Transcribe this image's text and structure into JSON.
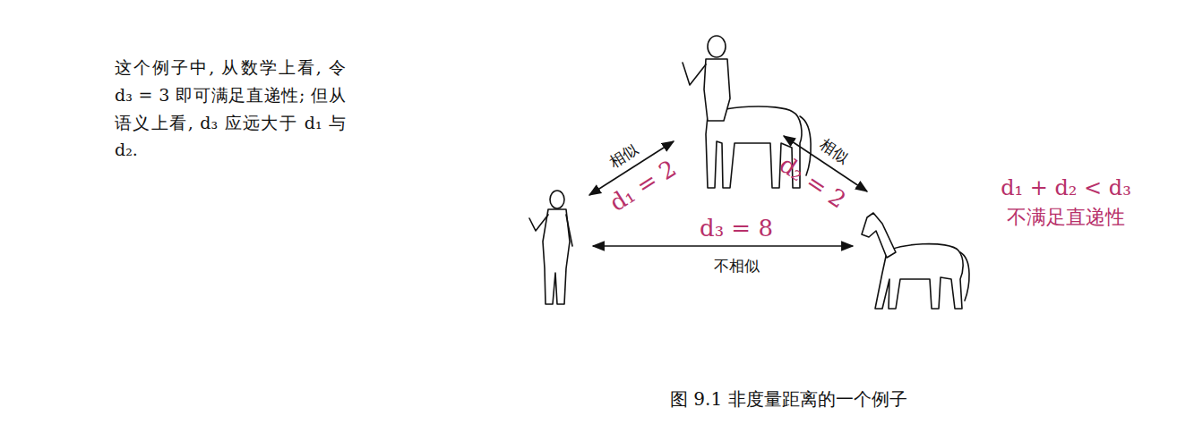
{
  "diagram": {
    "caption": "图 9.1 非度量距离的一个例子",
    "labels": [
      "这个例子中, 从数学上看, 令 d₃ = 3 即可满足直递性; 但从语义上看, d₃ 应远大于 d₁ 与 d₂.",
      "相似",
      "d₁ = 2",
      "相似",
      "d₂ = 2",
      "d₃ = 8",
      "不相似",
      "d₁ + d₂ < d₃",
      "不满足直递性"
    ]
  }
}
